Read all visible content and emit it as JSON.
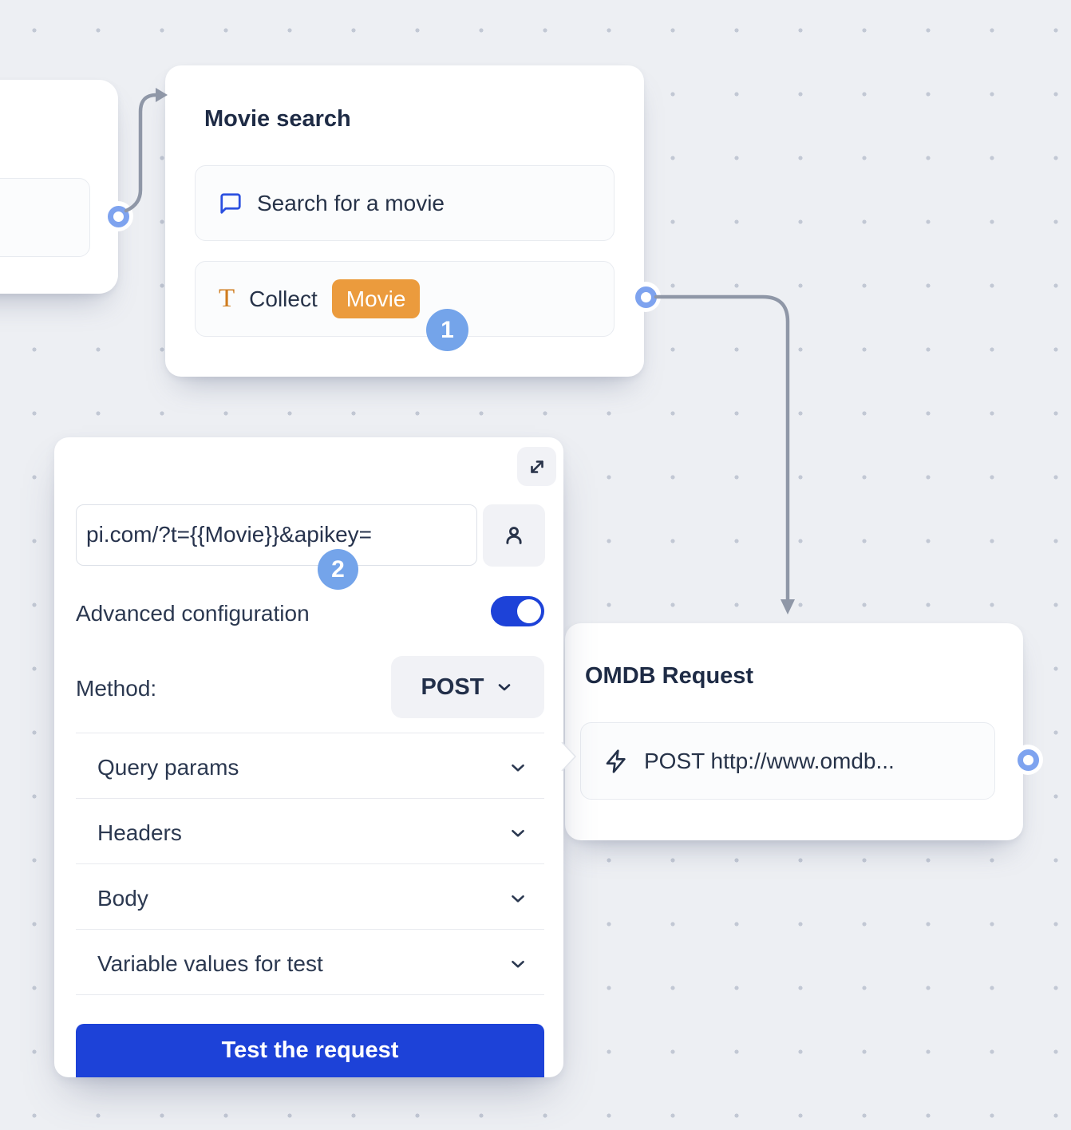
{
  "nodes": {
    "movie_search": {
      "title": "Movie search",
      "items": [
        {
          "icon": "chat-bubble-icon",
          "label": "Search for a movie"
        },
        {
          "icon": "text-input-icon",
          "label": "Collect",
          "variable_chip": "Movie"
        }
      ],
      "step_badge": "1"
    },
    "omdb_request": {
      "title": "OMDB Request",
      "block": {
        "icon": "lightning-icon",
        "label": "POST http://www.omdb..."
      }
    }
  },
  "config_panel": {
    "url_input": {
      "value": "pi.com/?t={{Movie}}&apikey="
    },
    "step_badge": "2",
    "advanced_configuration_label": "Advanced configuration",
    "advanced_configuration_on": true,
    "method_label": "Method:",
    "method_value": "POST",
    "sections": [
      {
        "label": "Query params"
      },
      {
        "label": "Headers"
      },
      {
        "label": "Body"
      },
      {
        "label": "Variable values for test"
      }
    ],
    "test_button_label": "Test the request"
  },
  "colors": {
    "accent_blue": "#1d42d8",
    "step_badge_blue": "#74a4ea",
    "variable_chip_orange": "#eb9b3d",
    "connector_ring_blue": "#7ea3ef",
    "connector_line_gray": "#8f97a7",
    "canvas_bg": "#edeff3"
  }
}
